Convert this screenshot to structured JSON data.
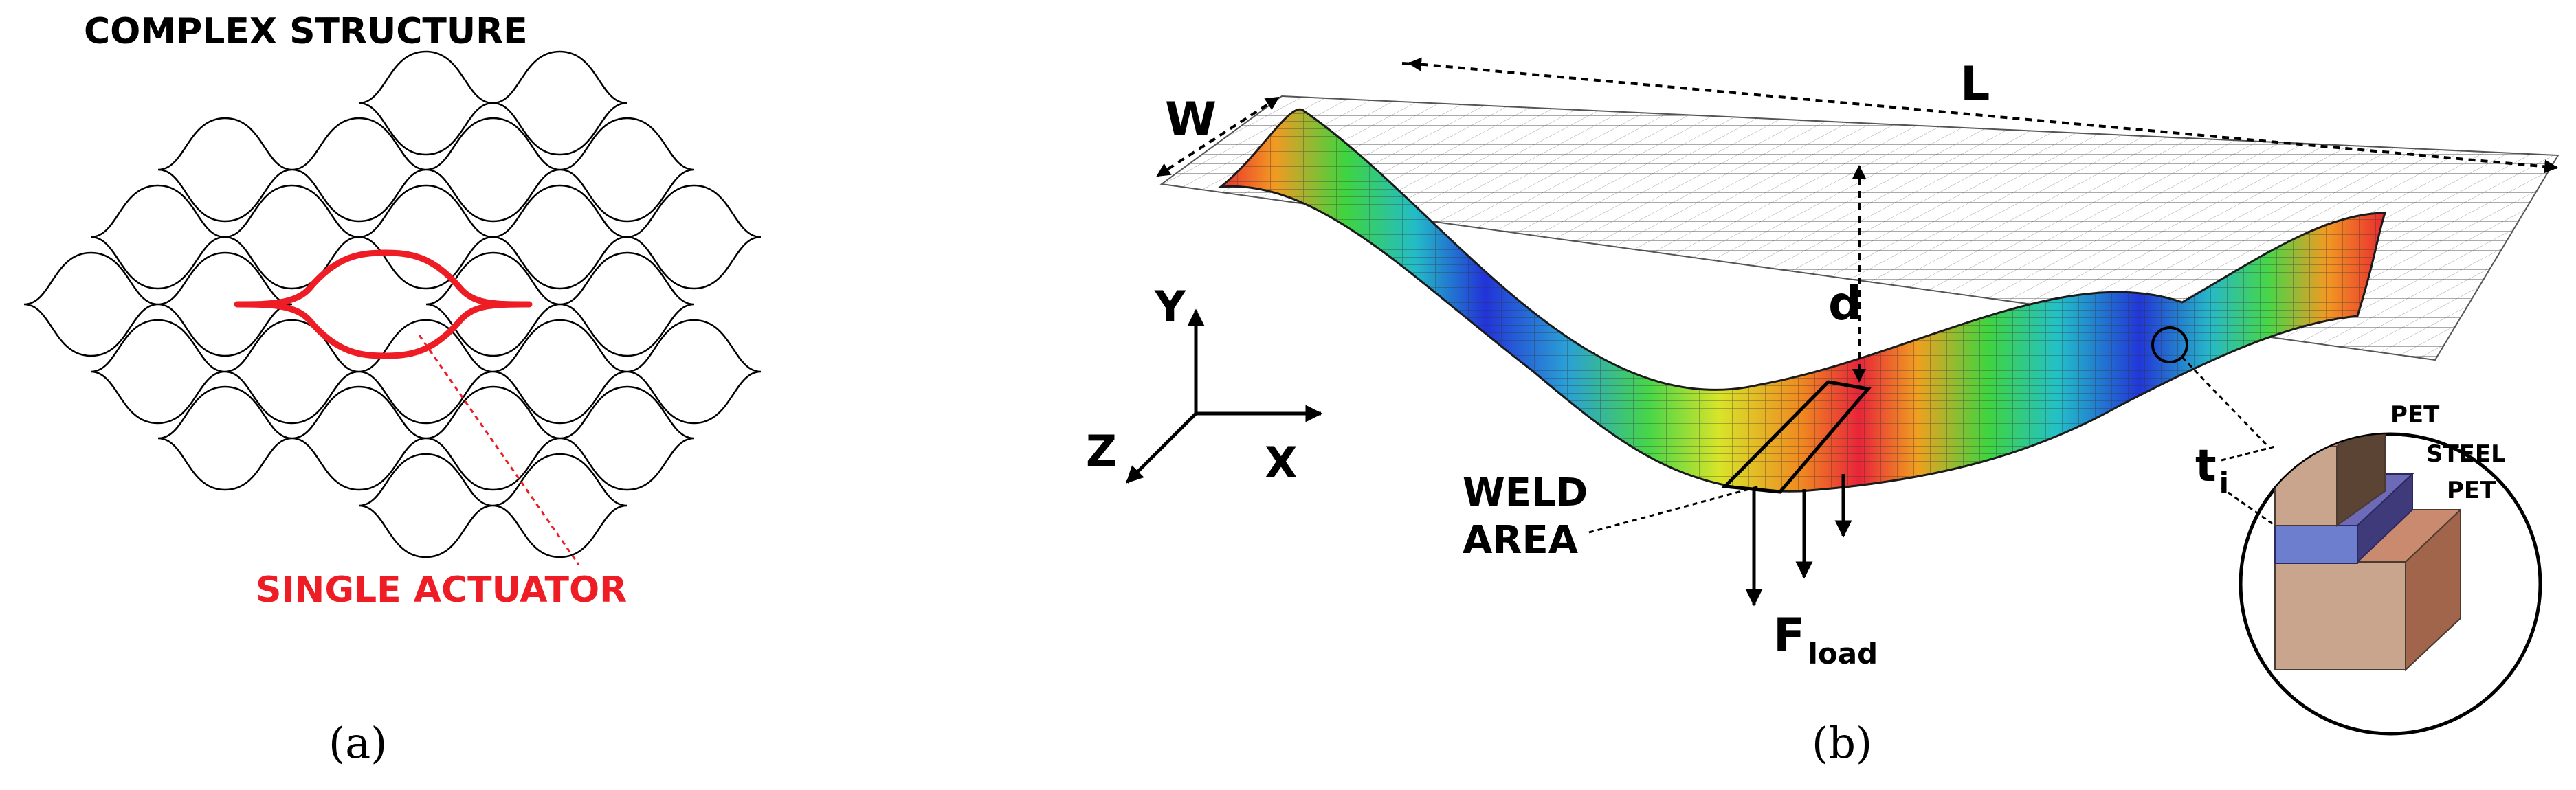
{
  "panel_a": {
    "title": "COMPLEX STRUCTURE",
    "callout": "SINGLE ACTUATOR",
    "caption": "(a)",
    "accent_color": "#ee1c24"
  },
  "panel_b": {
    "caption": "(b)",
    "dimensions": {
      "length": "L",
      "width": "W",
      "deflection": "d"
    },
    "axes": {
      "y": "Y",
      "x": "X",
      "z": "Z"
    },
    "weld_label_line1": "WELD",
    "weld_label_line2": "AREA",
    "force_main": "F",
    "force_sub": "load",
    "thickness_main": "t",
    "thickness_sub": "i",
    "layers": {
      "top": "PET",
      "middle": "STEEL",
      "bottom": "PET"
    },
    "colormap": [
      "#e8243c",
      "#f0a020",
      "#d6e62a",
      "#3fd43f",
      "#23c8c8",
      "#2240d8"
    ],
    "layer_colors": {
      "pet": "#c6866a",
      "steel": "#6d6ab8"
    }
  }
}
